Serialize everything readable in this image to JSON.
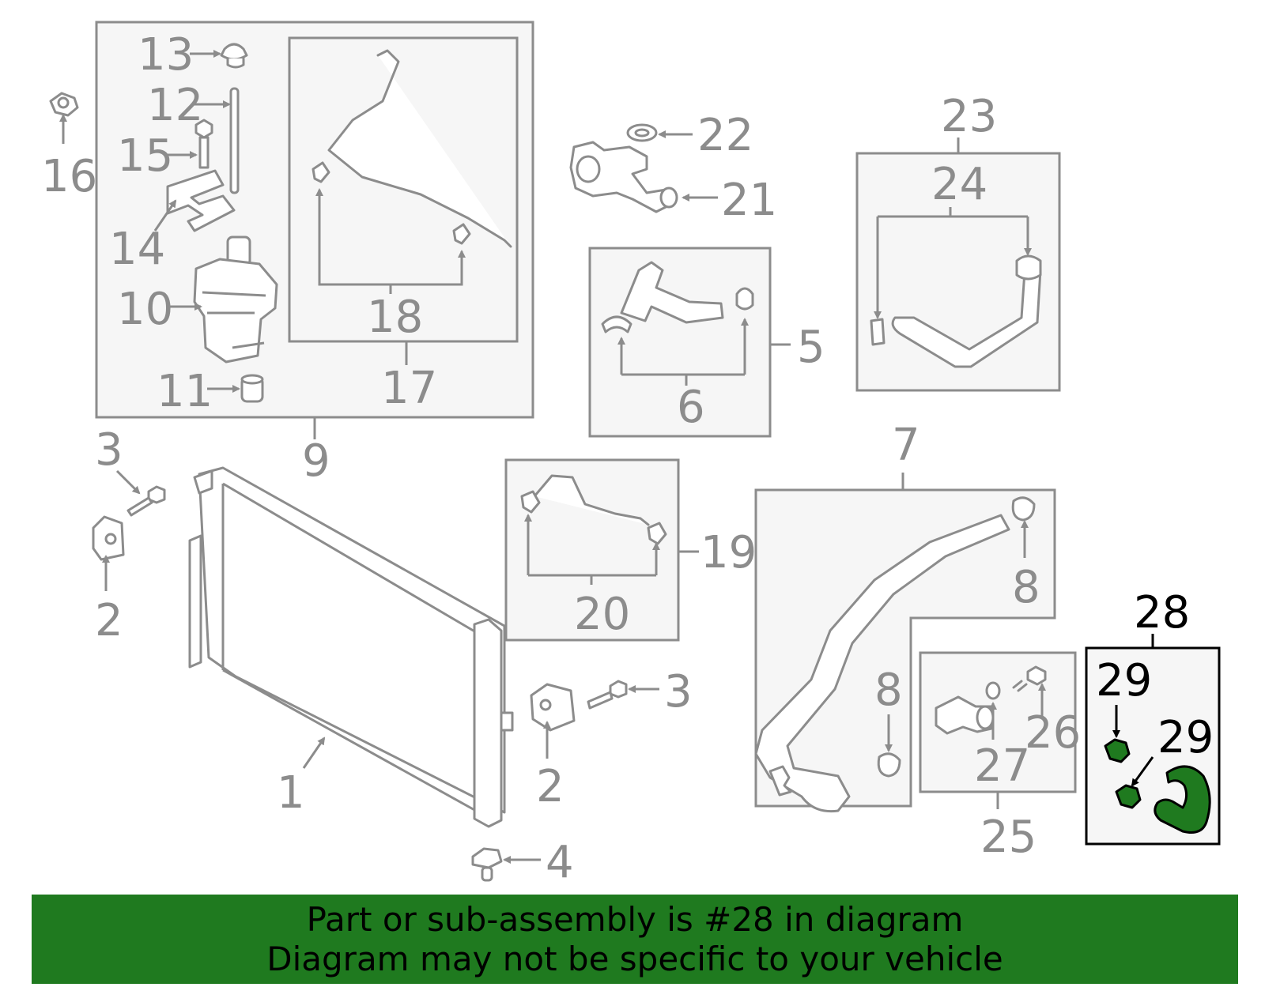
{
  "labels": {
    "l1": "1",
    "l2a": "2",
    "l2b": "2",
    "l3a": "3",
    "l3b": "3",
    "l4": "4",
    "l5": "5",
    "l6": "6",
    "l7": "7",
    "l8a": "8",
    "l8b": "8",
    "l9": "9",
    "l10": "10",
    "l11": "11",
    "l12": "12",
    "l13": "13",
    "l14": "14",
    "l15": "15",
    "l16": "16",
    "l17": "17",
    "l18": "18",
    "l19": "19",
    "l20": "20",
    "l21": "21",
    "l22": "22",
    "l23": "23",
    "l24": "24",
    "l25": "25",
    "l26": "26",
    "l27": "27",
    "l28": "28",
    "l29a": "29",
    "l29b": "29"
  },
  "banner": {
    "line1": "Part or sub-assembly is #28 in diagram",
    "line2": "Diagram may not be specific to your vehicle"
  },
  "colors": {
    "highlight": "#1f7a1f",
    "outline": "#8c8c8c"
  }
}
